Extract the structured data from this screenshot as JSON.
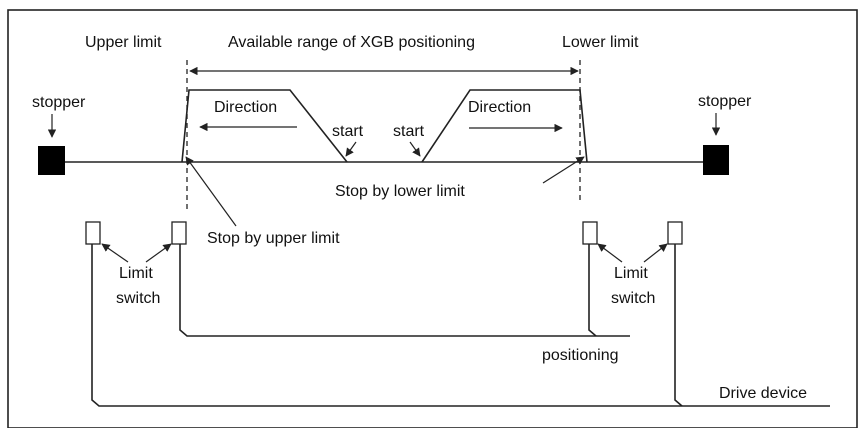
{
  "labels": {
    "upper_limit": "Upper limit",
    "available_range": "Available range of XGB positioning",
    "lower_limit": "Lower limit",
    "stopper_left": "stopper",
    "stopper_right": "stopper",
    "direction_left": "Direction",
    "direction_right": "Direction",
    "start_left": "start",
    "start_right": "start",
    "stop_by_lower": "Stop by lower limit",
    "stop_by_upper": "Stop by upper limit",
    "limit_switch_left_1": "Limit",
    "limit_switch_left_2": "switch",
    "limit_switch_right_1": "Limit",
    "limit_switch_right_2": "switch",
    "positioning": "positioning",
    "drive_device": "Drive device"
  }
}
